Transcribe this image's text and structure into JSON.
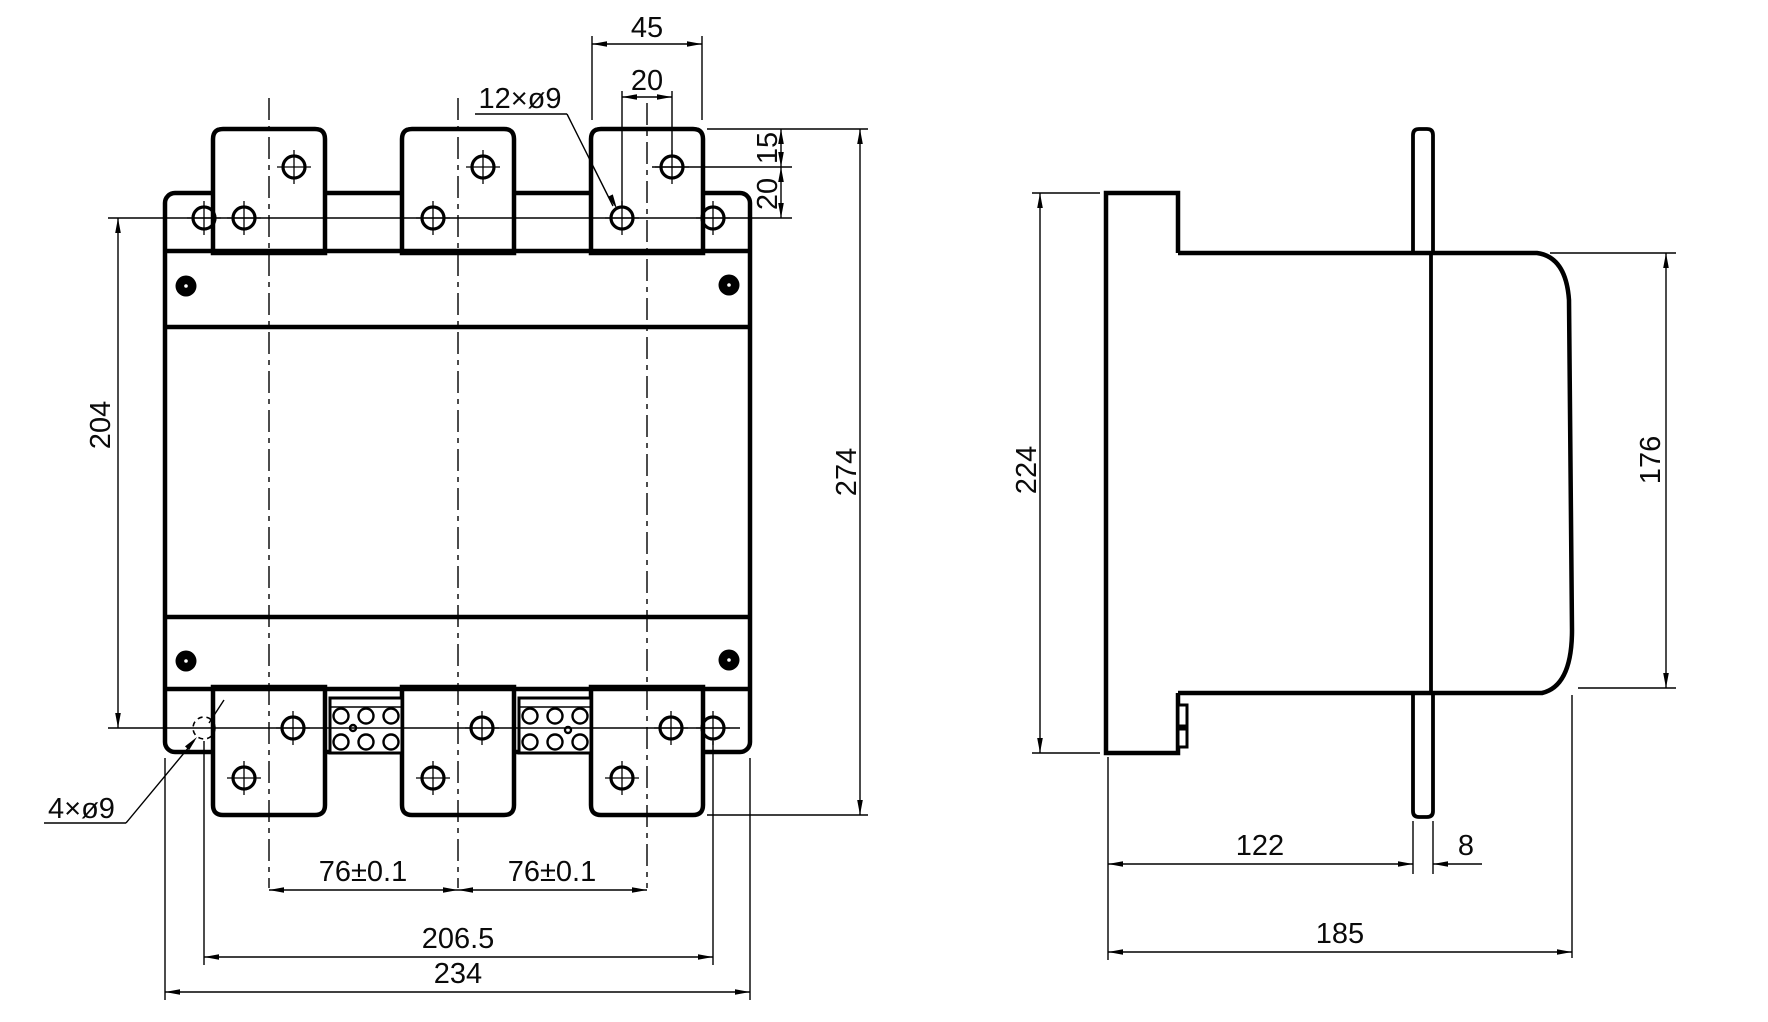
{
  "page": {
    "background": "#ffffff",
    "ink": "#000000",
    "title": "contactor-dimension-drawing"
  },
  "front_view": {
    "labels": {
      "tab_width": "45",
      "hole_offset_top": "20",
      "top_hole_callout": "12×ø9",
      "tab_hole_depth": "15",
      "flange_hole_depth": "20",
      "overall_height": "274",
      "mounting_height": "204",
      "corner_hole_callout": "4×ø9",
      "pole_pitch_left": "76±0.1",
      "pole_pitch_right": "76±0.1",
      "mounting_width": "206.5",
      "overall_width": "234"
    }
  },
  "side_view": {
    "labels": {
      "back_height": "224",
      "front_height": "176",
      "back_depth": "122",
      "panel_thickness": "8",
      "overall_depth": "185"
    }
  }
}
